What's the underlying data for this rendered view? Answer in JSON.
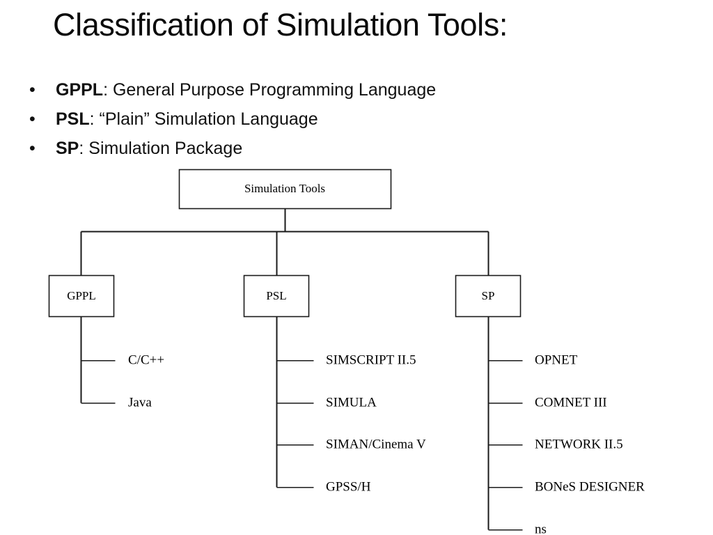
{
  "slide": {
    "title": "Classification of Simulation Tools:",
    "bullet_marker": "•",
    "bullets": [
      {
        "key": "GPPL",
        "sep": ": ",
        "text": "General Purpose Programming Language"
      },
      {
        "key": "PSL",
        "sep": ": ",
        "text": "“Plain” Simulation Language"
      },
      {
        "key": "SP",
        "sep": ": ",
        "text": "Simulation Package"
      }
    ],
    "colors": {
      "background": "#ffffff",
      "text": "#000000",
      "line": "#1a1a1a"
    }
  },
  "diagram": {
    "type": "tree",
    "root": {
      "label": "Simulation Tools"
    },
    "branches": [
      {
        "label": "GPPL",
        "leaves": [
          "C/C++",
          "Java"
        ]
      },
      {
        "label": "PSL",
        "leaves": [
          "SIMSCRIPT II.5",
          "SIMULA",
          "SIMAN/Cinema V",
          "GPSS/H"
        ]
      },
      {
        "label": "SP",
        "leaves": [
          "OPNET",
          "COMNET III",
          "NETWORK II.5",
          "BONeS DESIGNER",
          "ns"
        ]
      }
    ]
  }
}
